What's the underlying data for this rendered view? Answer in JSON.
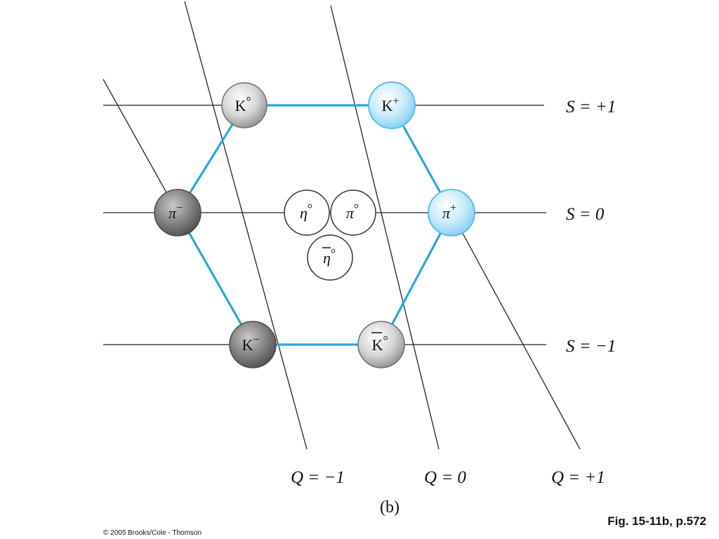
{
  "rows": [
    {
      "id": "s-plus1",
      "label": "S = +1"
    },
    {
      "id": "s-0",
      "label": "S = 0"
    },
    {
      "id": "s-minus1",
      "label": "S = −1"
    }
  ],
  "columns": [
    {
      "id": "q-minus1",
      "label": "Q = −1"
    },
    {
      "id": "q-0",
      "label": "Q = 0"
    },
    {
      "id": "q-plus1",
      "label": "Q = +1"
    }
  ],
  "particles": [
    {
      "id": "k0",
      "base": "K",
      "sup": "°",
      "italic": false,
      "overbar": false,
      "style": "light-gray"
    },
    {
      "id": "k-plus",
      "base": "K",
      "sup": "+",
      "italic": false,
      "overbar": false,
      "style": "blue"
    },
    {
      "id": "pi-minus",
      "base": "π",
      "sup": "−",
      "italic": true,
      "overbar": false,
      "style": "dark-gray"
    },
    {
      "id": "eta0",
      "base": "η",
      "sup": "°",
      "italic": true,
      "overbar": false,
      "style": "white"
    },
    {
      "id": "pi0",
      "base": "π",
      "sup": "°",
      "italic": true,
      "overbar": false,
      "style": "white"
    },
    {
      "id": "pi-plus",
      "base": "π",
      "sup": "+",
      "italic": true,
      "overbar": false,
      "style": "blue"
    },
    {
      "id": "eta-bar0",
      "base": "η",
      "sup": "°",
      "italic": true,
      "overbar": true,
      "style": "white"
    },
    {
      "id": "k-minus",
      "base": "K",
      "sup": "−",
      "italic": false,
      "overbar": false,
      "style": "dark-gray"
    },
    {
      "id": "k-bar0",
      "base": "K",
      "sup": "°",
      "italic": false,
      "overbar": true,
      "style": "light-gray"
    }
  ],
  "figure_label": "(b)",
  "caption": "Fig. 15-11b, p.572",
  "copyright": "© 2005 Brooks/Cole - Thomson",
  "colors": {
    "hexagon_edge": "#2aa6dd",
    "blue_fill": "#bfe6f7",
    "blue_stroke": "#5bbfe6"
  }
}
